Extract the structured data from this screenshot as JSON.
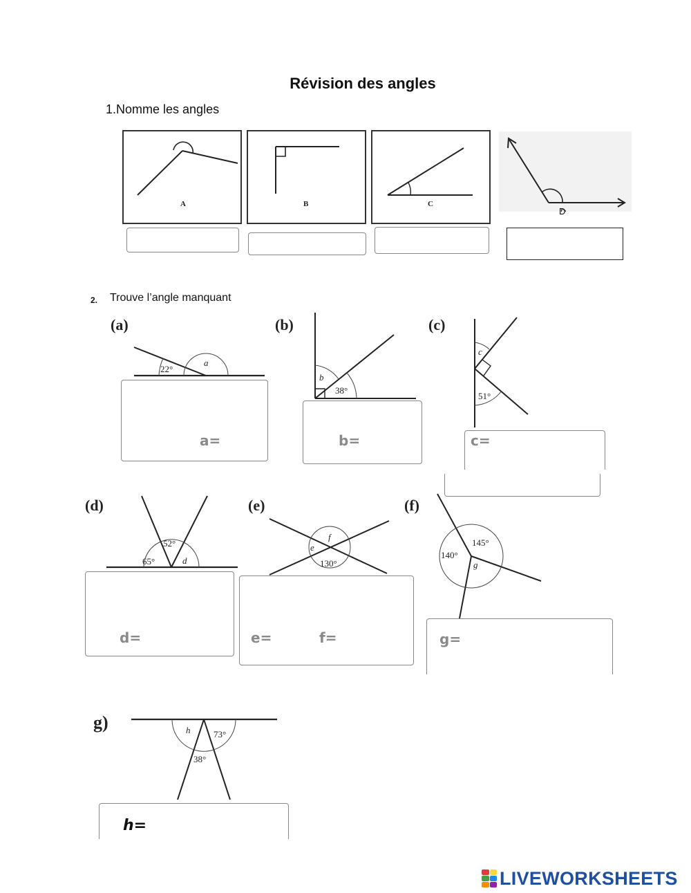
{
  "title": "Révision des angles",
  "section1": {
    "heading": "1.Nomme les angles",
    "figures": [
      {
        "label": "A"
      },
      {
        "label": "B"
      },
      {
        "label": "C"
      },
      {
        "label": "D"
      }
    ]
  },
  "section2": {
    "number": "2.",
    "heading": "Trouve l’angle manquant",
    "parts": [
      {
        "tag": "(a)",
        "answer": "a=",
        "angles": [
          "22°",
          "a"
        ]
      },
      {
        "tag": "(b)",
        "answer": "b=",
        "angles": [
          "b",
          "38°"
        ]
      },
      {
        "tag": "(c)",
        "answer": "c=",
        "angles": [
          "c",
          "51°"
        ]
      },
      {
        "tag": "(d)",
        "answer": "d=",
        "angles": [
          "52°",
          "65°",
          "d"
        ]
      },
      {
        "tag": "(e)",
        "answer_e": "e=",
        "answer_f": "f=",
        "angles": [
          "f",
          "e",
          "130°"
        ]
      },
      {
        "tag": "(f)",
        "answer": "g=",
        "angles": [
          "145°",
          "140°",
          "g"
        ]
      },
      {
        "tag": "g)",
        "answer": "h=",
        "angles": [
          "h",
          "73°",
          "38°"
        ]
      }
    ]
  },
  "branding": {
    "logo_text": "LIVEWORKSHEETS",
    "logo_colors": [
      "#e53935",
      "#fdd835",
      "#43a047",
      "#1e88e5",
      "#fb8c00",
      "#8e24aa"
    ]
  }
}
